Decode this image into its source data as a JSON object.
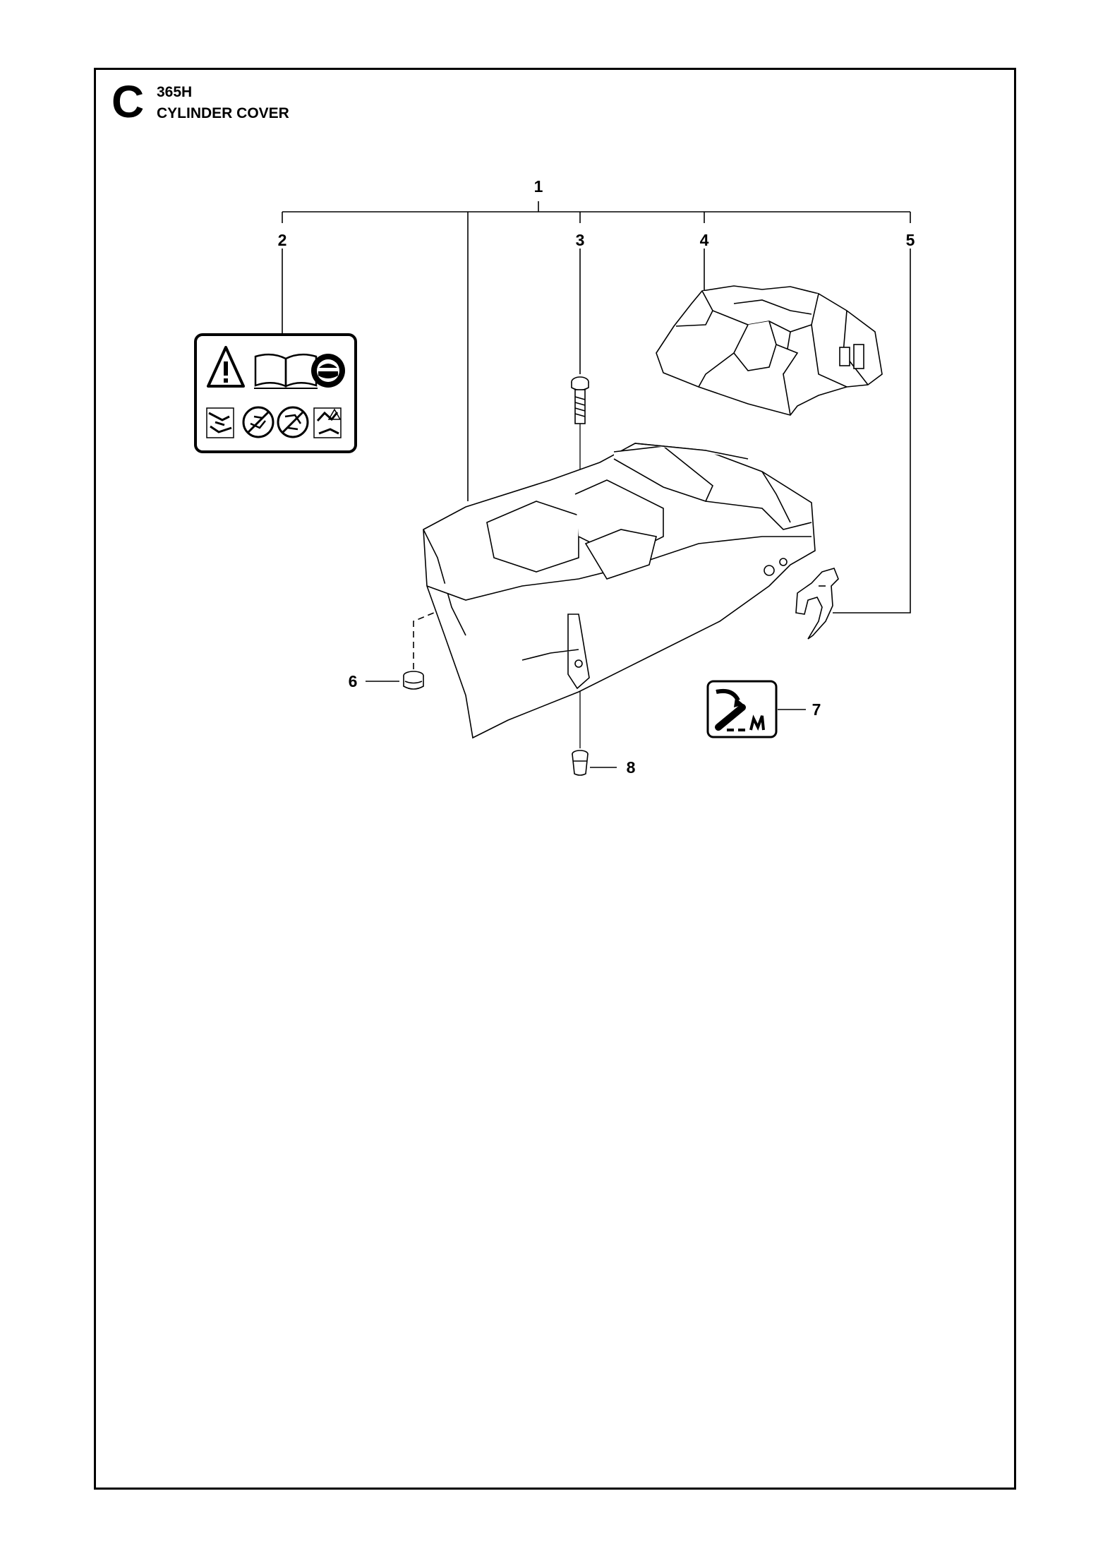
{
  "header": {
    "section_letter": "C",
    "model": "365H",
    "title": "CYLINDER COVER"
  },
  "callouts": [
    "1",
    "2",
    "3",
    "4",
    "5",
    "6",
    "7",
    "8"
  ],
  "parts": [
    {
      "ref": "1",
      "icon": "cylinder-cover-assembly"
    },
    {
      "ref": "2",
      "icon": "warning-decal"
    },
    {
      "ref": "3",
      "icon": "screw"
    },
    {
      "ref": "4",
      "icon": "top-cover"
    },
    {
      "ref": "5",
      "icon": "latch-clip"
    },
    {
      "ref": "6",
      "icon": "grommet"
    },
    {
      "ref": "7",
      "icon": "choke-decal"
    },
    {
      "ref": "8",
      "icon": "sleeve"
    }
  ],
  "colors": {
    "line": "#000000",
    "background": "#ffffff"
  }
}
